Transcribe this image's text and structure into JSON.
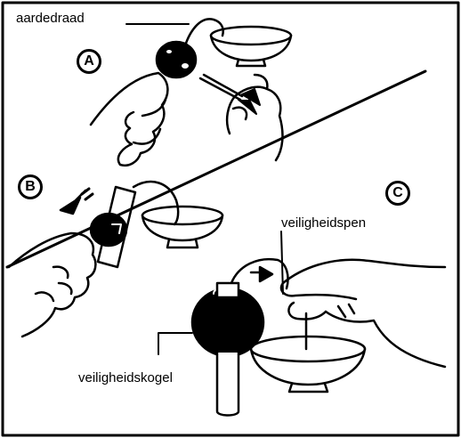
{
  "labels": {
    "earth_wire": "aardedraad",
    "safety_pin": "veiligheidspen",
    "safety_ball": "veiligheidskogel"
  },
  "steps": {
    "a": "A",
    "b": "B",
    "c": "C"
  },
  "colors": {
    "ink": "#000000",
    "paper": "#ffffff"
  }
}
